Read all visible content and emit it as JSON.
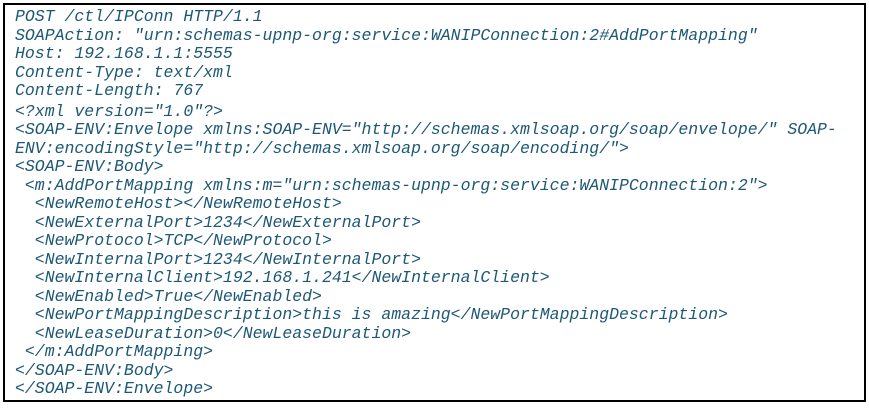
{
  "colors": {
    "text": "#1d5876",
    "frame_border": "#000000",
    "background": "#ffffff"
  },
  "http_request": {
    "header_lines": [
      "POST /ctl/IPConn HTTP/1.1",
      "SOAPAction: \"urn:schemas-upnp-org:service:WANIPConnection:2#AddPortMapping\"",
      "Host: 192.168.1.1:5555",
      "Content-Type: text/xml",
      "Content-Length: 767"
    ],
    "body_lines": [
      "<?xml version=\"1.0\"?>",
      "<SOAP-ENV:Envelope xmlns:SOAP-ENV=\"http://schemas.xmlsoap.org/soap/envelope/\" SOAP-",
      "ENV:encodingStyle=\"http://schemas.xmlsoap.org/soap/encoding/\">",
      "<SOAP-ENV:Body>",
      " <m:AddPortMapping xmlns:m=\"urn:schemas-upnp-org:service:WANIPConnection:2\">",
      "  <NewRemoteHost></NewRemoteHost>",
      "  <NewExternalPort>1234</NewExternalPort>",
      "  <NewProtocol>TCP</NewProtocol>",
      "  <NewInternalPort>1234</NewInternalPort>",
      "  <NewInternalClient>192.168.1.241</NewInternalClient>",
      "  <NewEnabled>True</NewEnabled>",
      "  <NewPortMappingDescription>this is amazing</NewPortMappingDescription>",
      "  <NewLeaseDuration>0</NewLeaseDuration>",
      " </m:AddPortMapping>",
      "</SOAP-ENV:Body>",
      "</SOAP-ENV:Envelope>"
    ]
  }
}
